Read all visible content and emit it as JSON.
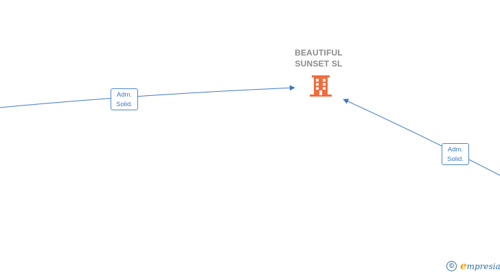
{
  "company": {
    "name_line1": "BEAUTIFUL",
    "name_line2": "SUNSET  SL",
    "icon": "building-icon",
    "icon_color": "#f26c3d"
  },
  "relations": [
    {
      "line1": "Adm.",
      "line2": "Solid."
    },
    {
      "line1": "Adm.",
      "line2": "Solid."
    }
  ],
  "colors": {
    "edge": "#3c78c3",
    "label_text": "#3c78c3",
    "title_text": "#8a8a8a"
  },
  "watermark": {
    "symbol": "©",
    "brand_first": "e",
    "brand_rest": "mpresia"
  }
}
